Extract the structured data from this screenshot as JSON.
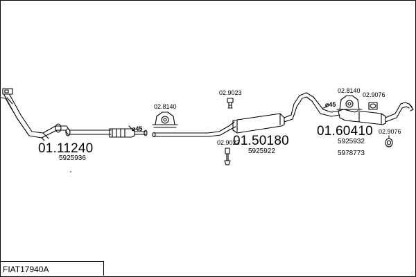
{
  "diagram_id": "FIAT17940A",
  "groups": [
    {
      "part_number": "01.11240",
      "oe_numbers": [
        "5925936"
      ]
    },
    {
      "part_number": "01.50180",
      "oe_numbers": [
        "5925922"
      ]
    },
    {
      "part_number": "01.60410",
      "oe_numbers": [
        "5925932",
        "5978773"
      ]
    }
  ],
  "accessories": {
    "clamp_a": "⌀45",
    "clamp_b": "⌀45",
    "mount_a": "02.8140",
    "mount_b": "02.8140",
    "bolt_a": "02.9023",
    "bolt_b": "02.9023",
    "rubber_a": "02.9076",
    "rubber_b": "02.9076"
  }
}
